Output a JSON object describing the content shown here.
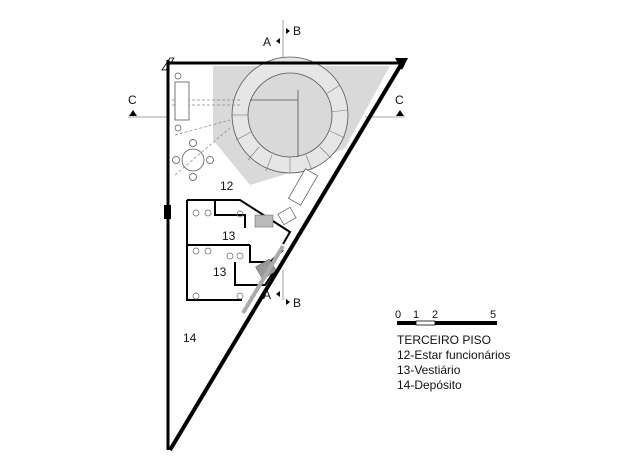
{
  "plan": {
    "section_marks": {
      "a": "A",
      "b": "B",
      "c": "C"
    },
    "rooms": [
      {
        "number": "12"
      },
      {
        "number": "13"
      },
      {
        "number": "13"
      },
      {
        "number": "14"
      }
    ]
  },
  "scale_bar": {
    "ticks": [
      "0",
      "1",
      "2",
      "5"
    ]
  },
  "legend": {
    "title": "TERCEIRO PISO",
    "items": [
      "12-Estar funcionários",
      "13-Vestiário",
      "14-Depósito"
    ]
  },
  "colors": {
    "wall": "#000000",
    "stair_fill": "#d9d9d9",
    "line": "#666666"
  }
}
